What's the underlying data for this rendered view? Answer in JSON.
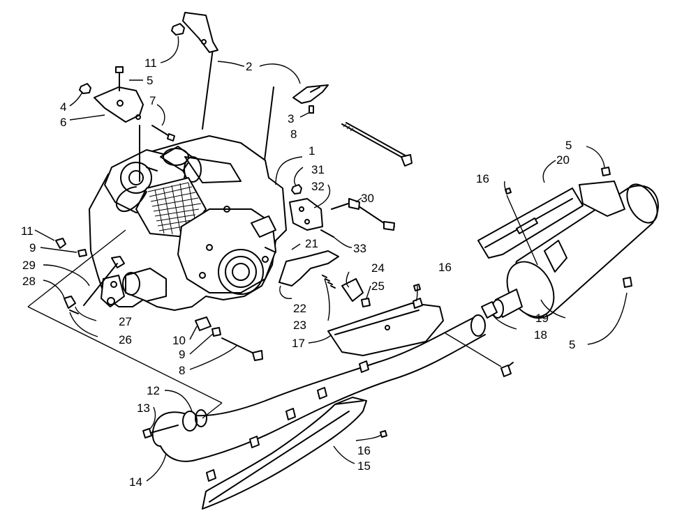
{
  "callouts": {
    "c1": "1",
    "c2": "2",
    "c3": "3",
    "c4": "4",
    "c5a": "5",
    "c5b": "5",
    "c5c": "5",
    "c6": "6",
    "c7": "7",
    "c8a": "8",
    "c8b": "8",
    "c9a": "9",
    "c9b": "9",
    "c10": "10",
    "c11a": "11",
    "c11b": "11",
    "c12": "12",
    "c13": "13",
    "c14": "14",
    "c15": "15",
    "c16a": "16",
    "c16b": "16",
    "c16c": "16",
    "c17": "17",
    "c18": "18",
    "c19": "19",
    "c20": "20",
    "c21": "21",
    "c22": "22",
    "c23": "23",
    "c24": "24",
    "c25": "25",
    "c26": "26",
    "c27": "27",
    "c28": "28",
    "c29": "29",
    "c30": "30",
    "c31": "31",
    "c32": "32",
    "c33": "33"
  }
}
